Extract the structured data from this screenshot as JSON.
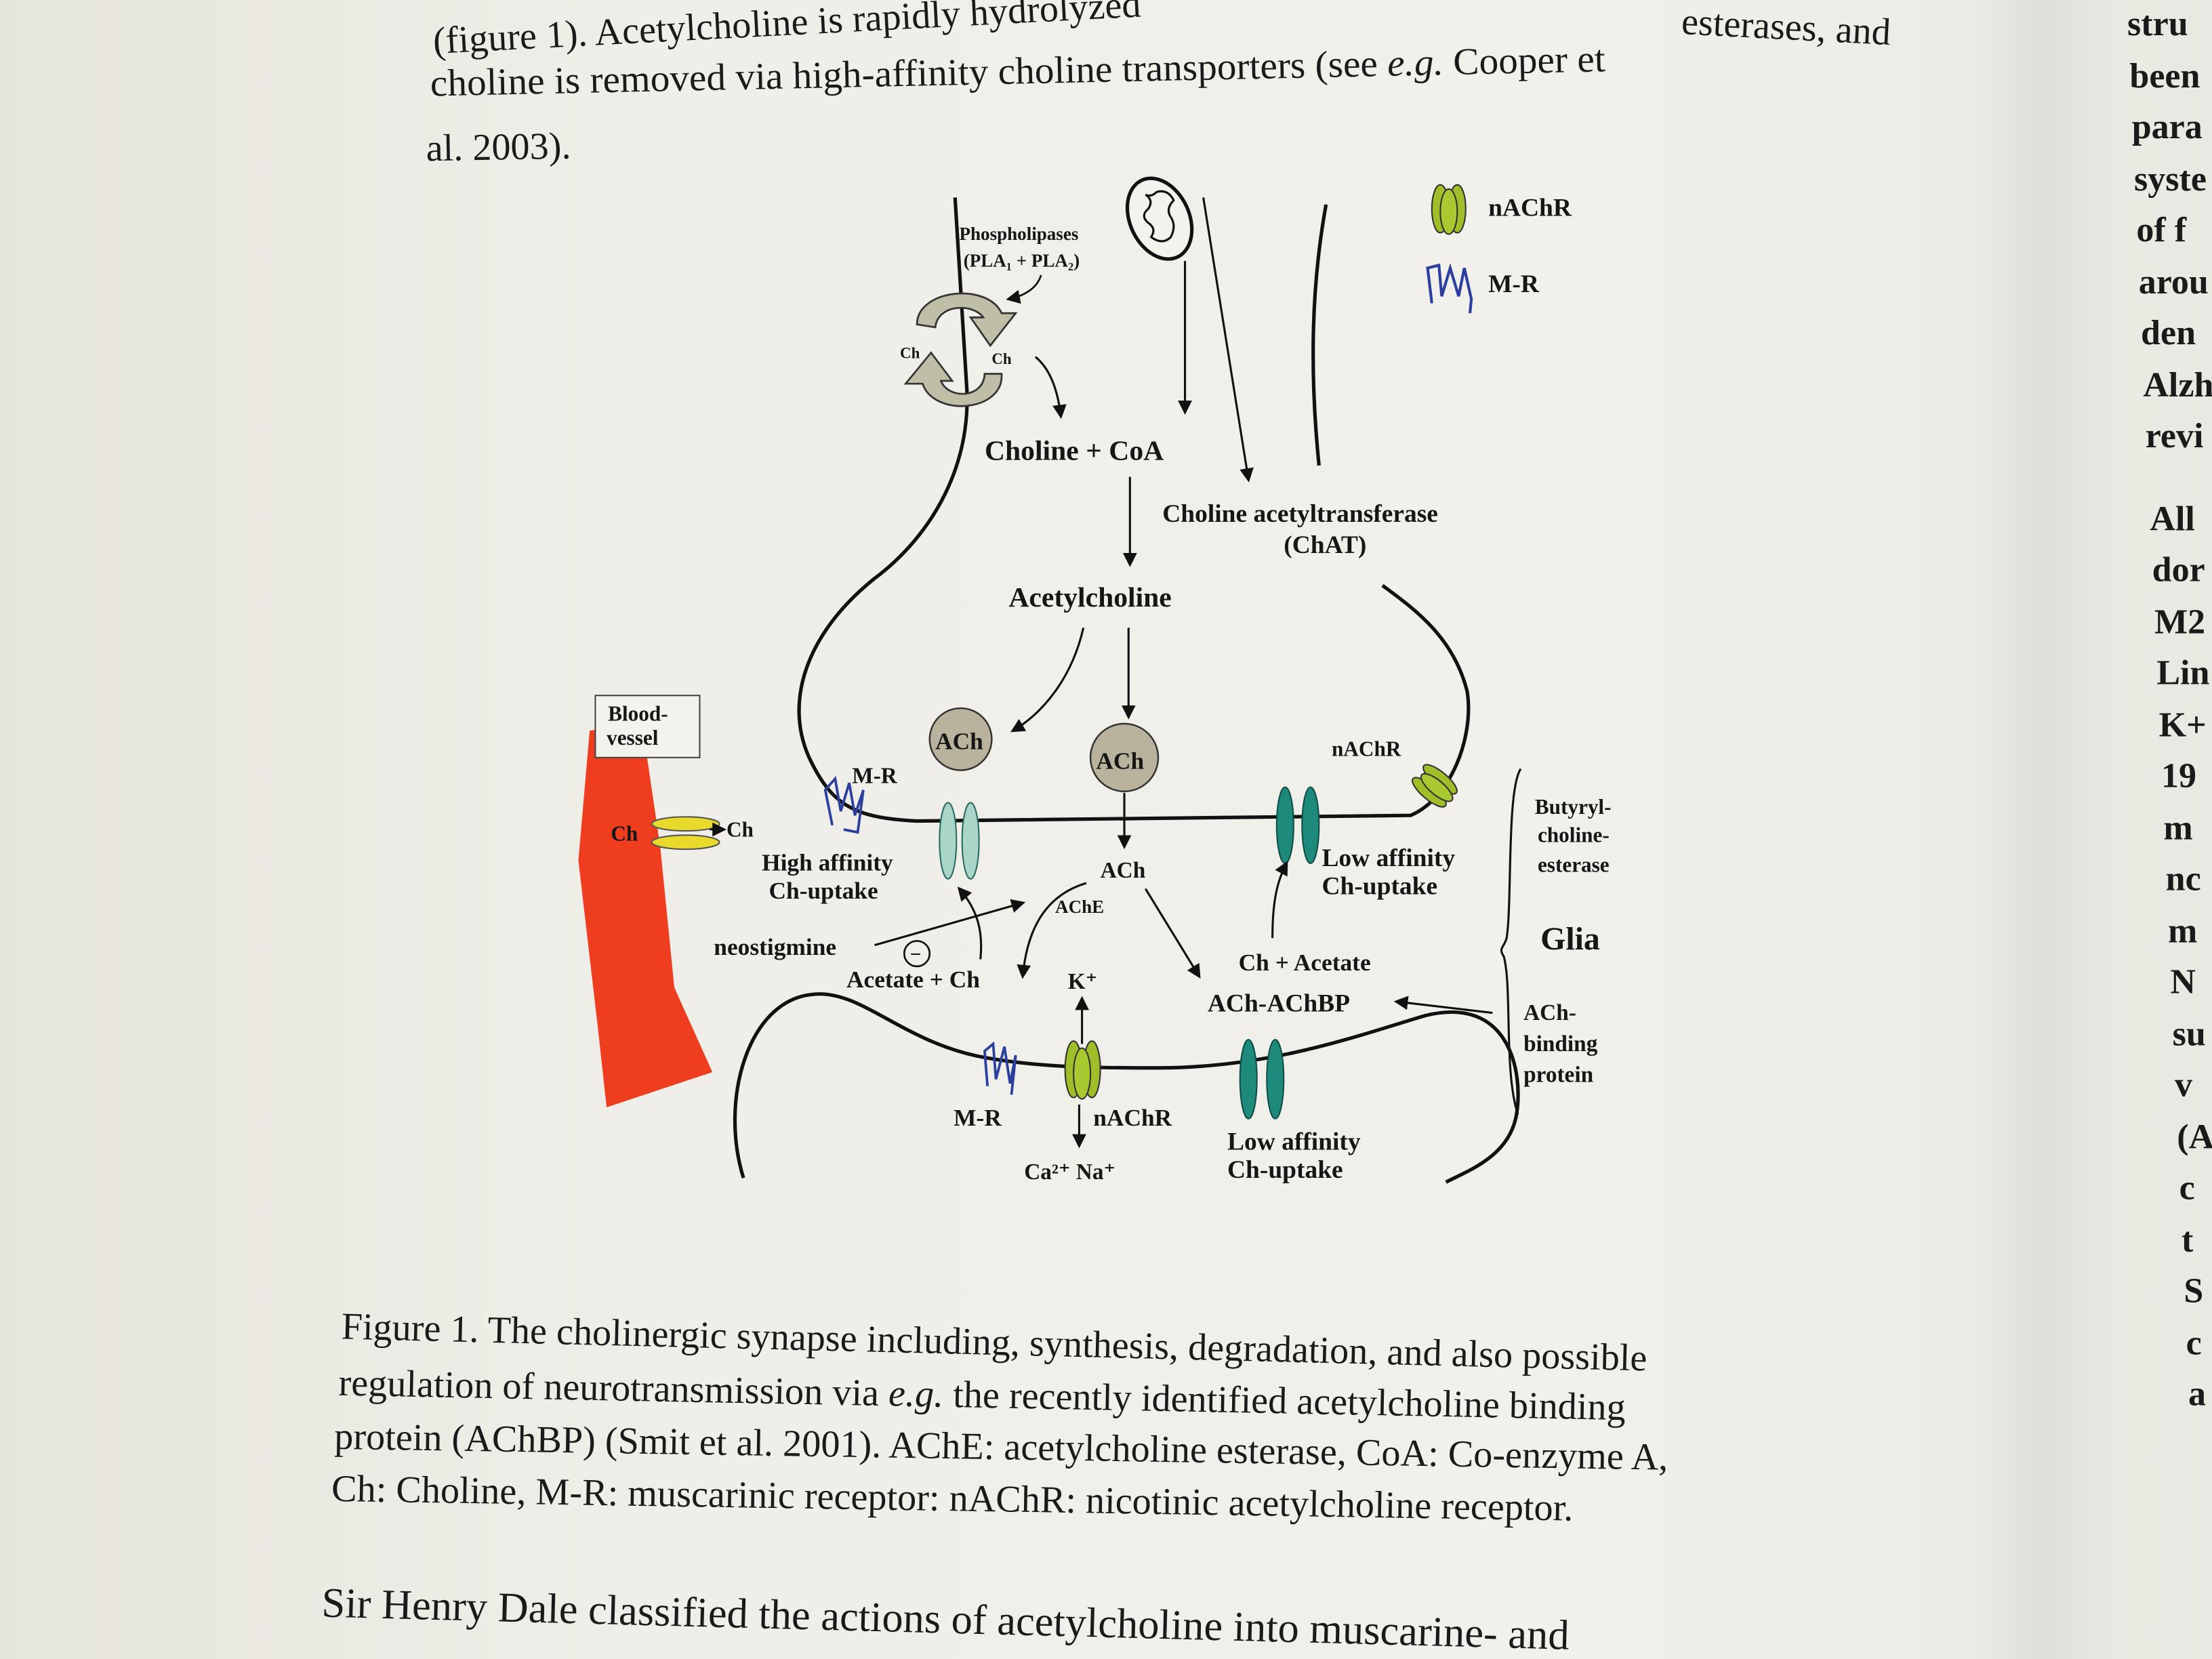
{
  "top_text": {
    "line1a": "(figure 1). Acetylcholine is rapidly hydrolyzed",
    "line1b": "esterases, and",
    "line2a": "choline is removed via high-affinity choline transporters (see ",
    "line2_em": "e.g.",
    "line2b": " Cooper et",
    "line3": "al. 2003)."
  },
  "right_column": [
    "stru",
    "been",
    "para",
    "syste",
    "of f",
    "arou",
    "den",
    "Alzh",
    "revi",
    "",
    "All",
    "dor",
    "M2",
    "Lin",
    "K+",
    "19",
    "m",
    "nc",
    "m",
    "N",
    "su",
    "v",
    "(A",
    "c",
    "t",
    "S",
    "c",
    "a"
  ],
  "diagram": {
    "legend": {
      "nachr": "nAChR",
      "mr": "M-R"
    },
    "phospholipases": "Phospholipases",
    "pla": "(PLA₁ + PLA₂)",
    "ch_left": "Ch",
    "ch_right": "Ch",
    "choline_coa": "Choline + CoA",
    "chat_line1": "Choline acetyltransferase",
    "chat_line2": "(ChAT)",
    "acetylcholine": "Acetylcholine",
    "vesicle1": "ACh",
    "vesicle2": "ACh",
    "pre_mr": "M-R",
    "pre_nachr": "nAChR",
    "blood_vessel_1": "Blood-",
    "blood_vessel_2": "vessel",
    "bv_ch_left": "Ch",
    "bv_ch_right": "Ch",
    "high_aff_1": "High affinity",
    "high_aff_2": "Ch-uptake",
    "ach_cleft": "ACh",
    "ache": "AChE",
    "minus": "−",
    "neostigmine": "neostigmine",
    "acetate_ch": "Acetate + Ch",
    "k_plus": "K⁺",
    "ch_acetate": "Ch + Acetate",
    "ach_achbp": "ACh-AChBP",
    "low_aff_pre_1": "Low affinity",
    "low_aff_pre_2": "Ch-uptake",
    "butyryl_1": "Butyryl-",
    "butyryl_2": "choline-",
    "butyryl_3": "esterase",
    "glia": "Glia",
    "achbp_1": "ACh-",
    "achbp_2": "binding",
    "achbp_3": "protein",
    "post_mr": "M-R",
    "post_nachr": "nAChR",
    "ions": "Ca²⁺  Na⁺",
    "low_aff_post_1": "Low affinity",
    "low_aff_post_2": "Ch-uptake",
    "colors": {
      "vessel": "#ee3d1f",
      "nachr": "#9fbe2a",
      "high_aff": "#a9d6c9",
      "low_aff": "#1d8a7b",
      "vesicle": "#b9b39e",
      "cycle": "#bfbfa8",
      "mr": "#2a3f9e",
      "bv_transporter": "#e8d92a"
    }
  },
  "caption": {
    "line1": "Figure 1. The cholinergic synapse including, synthesis, degradation, and also possible",
    "line2a": "regulation of neurotransmission via ",
    "line2_em": "e.g.",
    "line2b": " the recently identified acetylcholine binding",
    "line3": "protein (AChBP) (Smit et al. 2001). AChE: acetylcholine esterase, CoA: Co-enzyme A,",
    "line4": "Ch: Choline, M-R: muscarinic receptor: nAChR: nicotinic acetylcholine receptor."
  },
  "body_text": {
    "line1": "Sir Henry Dale classified the actions of acetylcholine into muscarine- and"
  }
}
